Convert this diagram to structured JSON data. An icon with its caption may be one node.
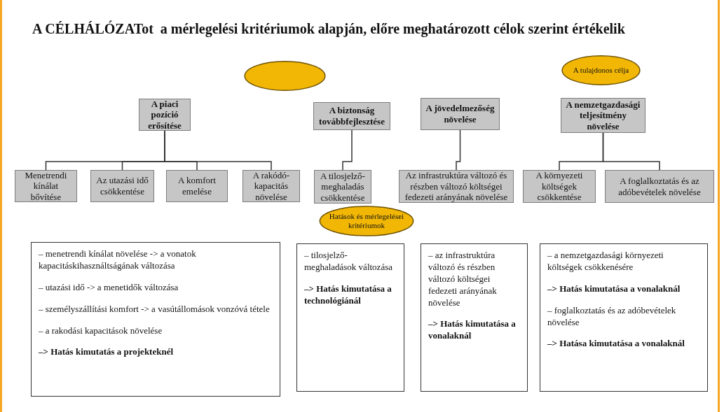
{
  "diagram": {
    "title": "A CÉLHÁLÓZATot  a mérlegelési kritériumok alapján, előre meghatározott célok szerint értékelik",
    "nodes": [
      {
        "text": [],
        "shape": "ellipse"
      },
      {
        "text": [
          "A tulajdonos célja"
        ]
      },
      {
        "text": [
          "A piaci pozíció erősítése"
        ]
      },
      {
        "text": [
          "A biztonság továbbfejlesztése"
        ]
      },
      {
        "text": [
          "A jövedelmezőség növelése"
        ]
      },
      {
        "text": [
          "A nemzetgazdasági teljesítmény növelése"
        ]
      },
      {
        "text": [
          "Menetrendi kínálat bővítése"
        ]
      },
      {
        "text": [
          "Az utazási idő csökkentése"
        ]
      },
      {
        "text": [
          "A komfort emelése"
        ]
      },
      {
        "text": [
          "A rakódó-kapacitás növelése"
        ]
      },
      {
        "text": [
          "A tilosjelző-meghaladás csökkentése"
        ]
      },
      {
        "text": [
          "Az infrastruktúra változó és részben változó költségei fedezeti arányának növelése"
        ]
      },
      {
        "text": [
          "A környezeti költségek csökkentése"
        ]
      },
      {
        "text": [
          "A foglalkoztatás és az adóbevételek növelése"
        ]
      },
      {
        "text": [
          "Hatások és mérlegelései kritériumok"
        ]
      },
      {
        "text": [
          "– menetrendi kínálat növelése -> a vonatok kapacitáskihasználtságának változása",
          "– utazási idő -> a menetidők változása",
          "– személyszállítási  komfort -> a vasútállomások vonzóvá tétele",
          "– a rakodási kapacitások növelése",
          "**–> Hatás kimutatás a projekteknél**"
        ]
      },
      {
        "text": [
          "– tilosjelző-meghaladások változása",
          "**–> Hatás kimutatása a technológiánál**"
        ]
      },
      {
        "text": [
          "– az infrastruktúra változó és részben változó költségei fedezeti arányának növelése",
          "**–> Hatás kimutatása a vonalaknál**"
        ]
      },
      {
        "text": [
          "– a nemzetgazdasági környezeti költségek csökkenésére",
          "**–> Hatás kimutatása a vonalaknál**",
          "–  foglalkoztatás és az adóbevételek növelése",
          "**–> Hatása kimutatása a vonalaknál**"
        ]
      }
    ],
    "edges": [
      {
        "from": 2,
        "to": 6,
        "arrow": "none"
      },
      {
        "from": 2,
        "to": 7,
        "arrow": "none"
      },
      {
        "from": 2,
        "to": 8,
        "arrow": "none"
      },
      {
        "from": 2,
        "to": 9,
        "arrow": "none"
      },
      {
        "from": 3,
        "to": 10,
        "arrow": "none"
      },
      {
        "from": 4,
        "to": 11,
        "arrow": "none"
      },
      {
        "from": 5,
        "to": 12,
        "arrow": "none"
      },
      {
        "from": 5,
        "to": 13,
        "arrow": "none"
      }
    ]
  }
}
